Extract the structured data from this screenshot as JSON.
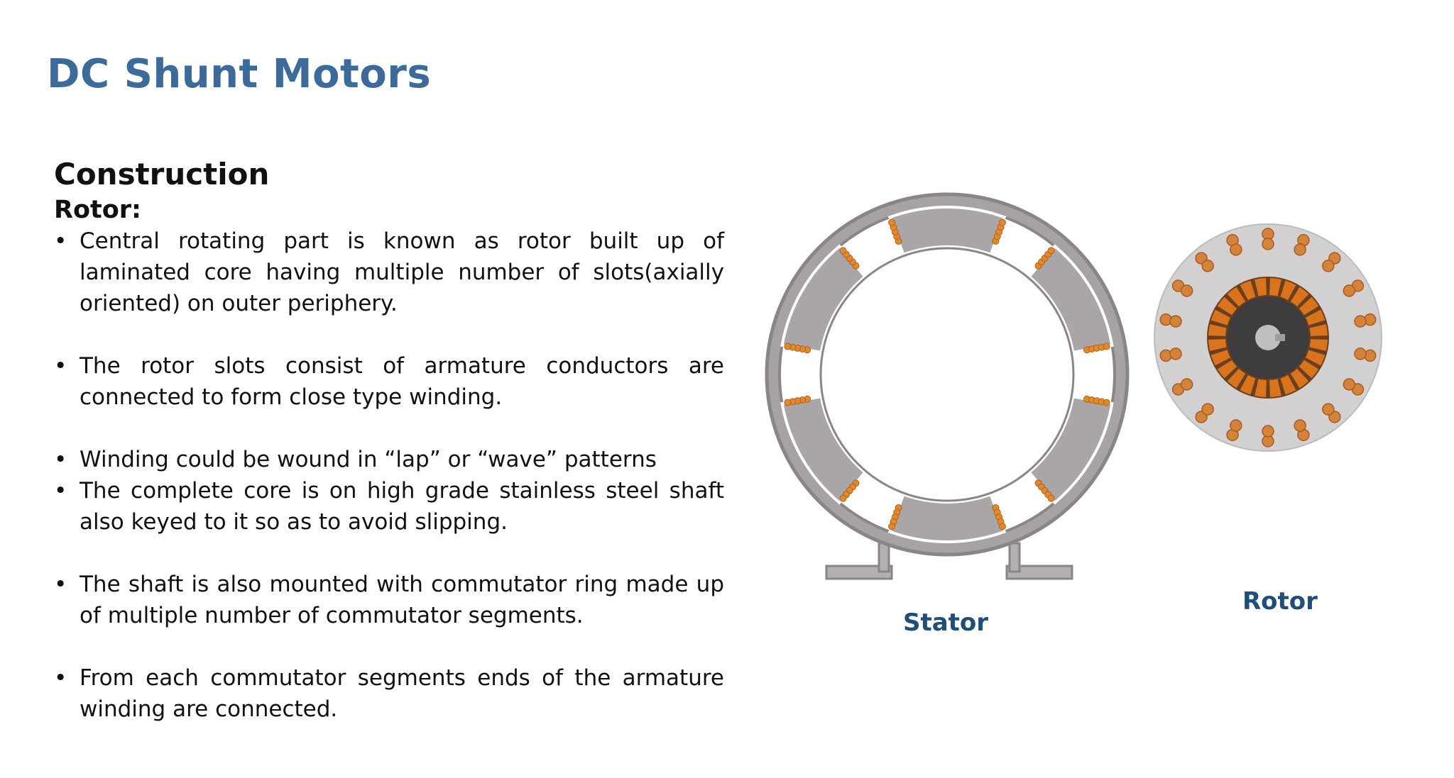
{
  "slide": {
    "title": "DC Shunt Motors"
  },
  "content": {
    "heading": "Construction",
    "subheading": "Rotor:",
    "bullets": [
      "Central rotating part is known as rotor built up of laminated core having multiple number of slots(axially oriented) on outer periphery.",
      "The rotor slots consist of armature conductors are connected to form close type winding.",
      "Winding could be wound in “lap” or “wave” patterns",
      "The complete core is on high grade stainless steel shaft also keyed to it so as to avoid slipping.",
      "The shaft is also mounted with commutator ring made up of multiple number of commutator segments.",
      "From each commutator segments ends of the armature winding are connected."
    ]
  },
  "figure": {
    "stator_label": "Stator",
    "rotor_label": "Rotor",
    "colors": {
      "frame": "#8a8586",
      "pole": "#aaa5a6",
      "winding": "#e08a2c",
      "rotor_core": "#d2d0d1",
      "commutator": "#d9731e",
      "shaft": "#3f3c3d",
      "label": "#1f4e79"
    }
  }
}
